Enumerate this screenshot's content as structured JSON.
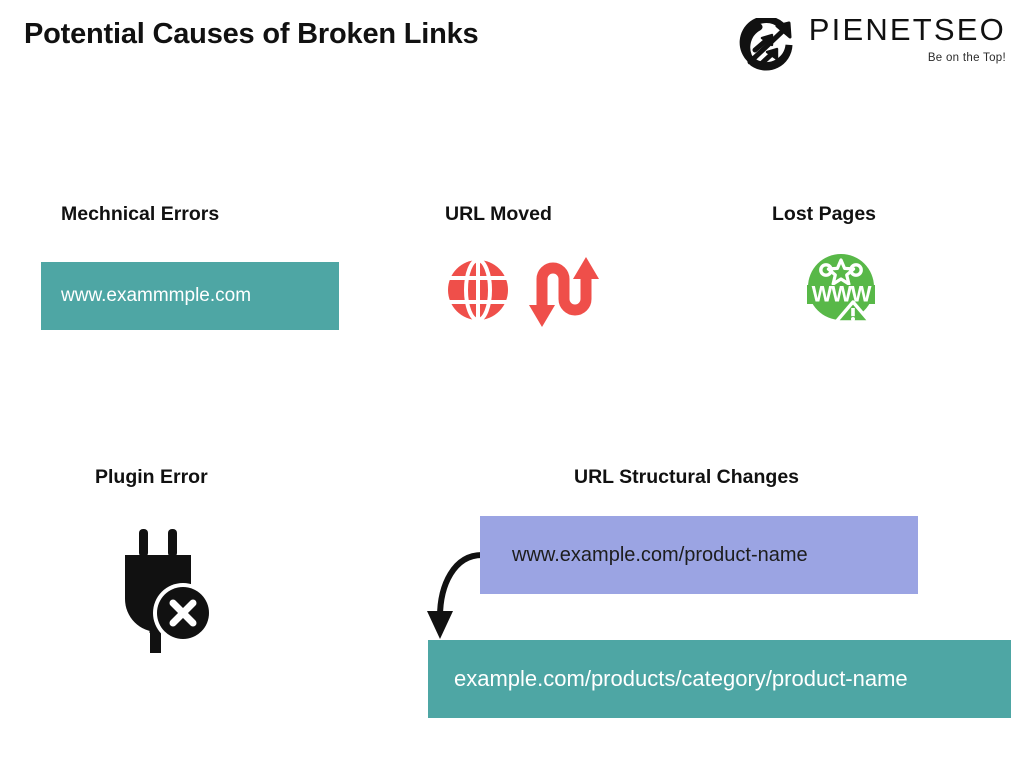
{
  "page": {
    "title": "Potential Causes of Broken Links",
    "background": "#ffffff"
  },
  "brand": {
    "wordmark": "PIENETSEO",
    "tagline": "Be on the Top!",
    "mark_icon": "circular-arrows-icon"
  },
  "colors": {
    "teal": "#4ea6a4",
    "purple": "#9ba4e3",
    "red": "#ef4f4a",
    "green": "#58b848",
    "black": "#111111",
    "white": "#ffffff"
  },
  "sections": [
    {
      "id": "mechanical-errors",
      "heading": "Mechnical Errors",
      "url_value": "www.exammmple.com",
      "box_color": "#4ea6a4",
      "text_color": "#ffffff"
    },
    {
      "id": "url-moved",
      "heading": "URL Moved",
      "icons": [
        "globe-icon",
        "swap-arrows-icon"
      ],
      "icon_color": "#ef4f4a"
    },
    {
      "id": "lost-pages",
      "heading": "Lost Pages",
      "icons": [
        "www-warning-badge-icon"
      ],
      "icon_color": "#58b848",
      "badge_text": "WWW",
      "badge_alert": "!"
    },
    {
      "id": "plugin-error",
      "heading": "Plugin Error",
      "icons": [
        "plug-error-icon"
      ],
      "icon_color": "#111111",
      "badge_mark": "x"
    },
    {
      "id": "url-structural-changes",
      "heading": "URL Structural Changes",
      "url_old": "www.example.com/product-name",
      "url_new": "example.com/products/category/product-name",
      "old_box_color": "#9ba4e3",
      "new_box_color": "#4ea6a4",
      "arrow_icon": "curved-down-arrow-icon"
    }
  ]
}
